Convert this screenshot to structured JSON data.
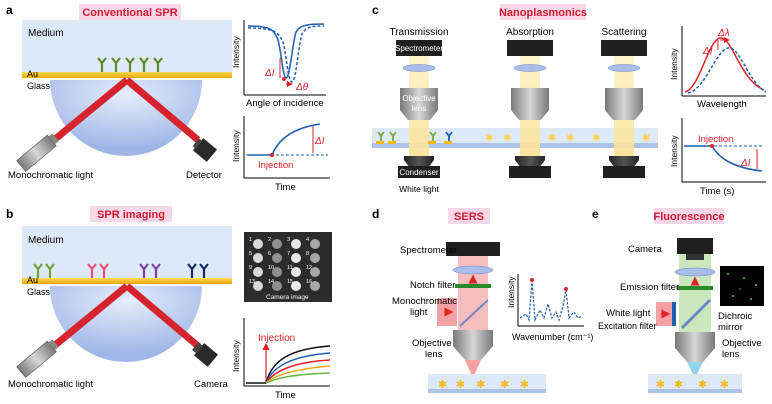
{
  "panels": {
    "a": {
      "letter": "a",
      "title": "Conventional SPR",
      "medium": "Medium",
      "au": "Au",
      "glass": "Glass",
      "source_label": "Monochromatic light",
      "detector_label": "Detector",
      "plot1": {
        "ylabel": "Intensity",
        "xlabel": "Angle of incidence",
        "delta_i": "ΔI",
        "delta_theta": "Δθ"
      },
      "plot2": {
        "ylabel": "Intensity",
        "xlabel": "Time",
        "delta_i": "ΔI",
        "annotation": "Injection"
      }
    },
    "b": {
      "letter": "b",
      "title": "SPR imaging",
      "medium": "Medium",
      "au": "Au",
      "glass": "Glass",
      "source_label": "Monochromatic light",
      "camera_label": "Camera",
      "camera_image_label": "Camera image",
      "spot_numbers": [
        "1",
        "2",
        "3",
        "4",
        "5",
        "6",
        "7",
        "8",
        "9",
        "10",
        "11",
        "12",
        "13",
        "14",
        "15",
        "16"
      ],
      "plot": {
        "ylabel": "Intensity",
        "xlabel": "Time",
        "annotation": "Injection"
      }
    },
    "c": {
      "letter": "c",
      "title": "Nanoplasmonics",
      "columns": [
        "Transmission",
        "Absorption",
        "Scattering"
      ],
      "spectrometer": "Spectrometer",
      "objective": "Objective\nlens",
      "condenser": "Condenser",
      "white_light": "White light",
      "plot1": {
        "ylabel": "Intensity",
        "xlabel": "Wavelength",
        "delta_i": "ΔI",
        "delta_lambda": "Δλ"
      },
      "plot2": {
        "ylabel": "Intensity",
        "xlabel": "Time (s)",
        "annotation": "Injection",
        "delta_i": "ΔI"
      }
    },
    "d": {
      "letter": "d",
      "title": "SERS",
      "spectrometer": "Spectrometer",
      "notch_filter": "Notch filter",
      "mono_light": "Monochromatic\nlight",
      "objective": "Objective\nlens",
      "plot": {
        "ylabel": "Intensity",
        "xlabel": "Wavenumber (cm⁻¹)"
      }
    },
    "e": {
      "letter": "e",
      "title": "Fluorescence",
      "camera": "Camera",
      "emission_filter": "Emission filter",
      "white_light": "White light",
      "excitation_filter": "Excitation filter",
      "dichroic": "Dichroic\nmirror",
      "objective": "Objective\nlens"
    }
  },
  "colors": {
    "red": "#e0202a",
    "blue": "#1f5fb0",
    "gold": "#f3b81b",
    "title_bg": "#f8d7e6",
    "glass": "#b7c9ee",
    "medium": "#dde9f7"
  }
}
